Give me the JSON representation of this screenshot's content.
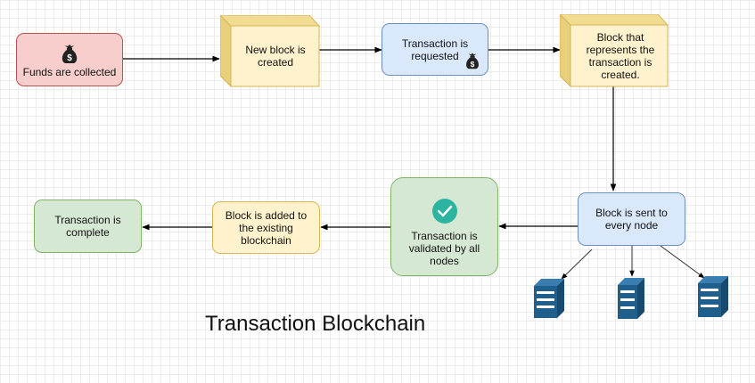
{
  "diagram": {
    "title": "Transaction Blockchain",
    "nodes": {
      "funds_collected": {
        "label": "Funds are collected",
        "icon": "money-bag-icon"
      },
      "new_block": {
        "label": "New block is created"
      },
      "transaction_requested": {
        "label": "Transaction is requested",
        "icon": "money-bag-icon"
      },
      "block_represents": {
        "label": "Block that represents the transaction is created."
      },
      "block_sent": {
        "label": "Block is sent to every node"
      },
      "validated": {
        "label": "Transaction is validated by all nodes",
        "icon": "checkmark-icon"
      },
      "block_added": {
        "label": "Block is added to the existing blockchain"
      },
      "transaction_complete": {
        "label": "Transaction is complete"
      }
    },
    "server_icons": [
      "server-icon",
      "server-icon",
      "server-icon"
    ],
    "colors": {
      "pink_fill": "#f8cecc",
      "blue_fill": "#dae8fc",
      "yellow_fill": "#fff2cc",
      "green_fill": "#d5e8d4",
      "server": "#1f5f8b",
      "check": "#2bb5a0"
    }
  }
}
